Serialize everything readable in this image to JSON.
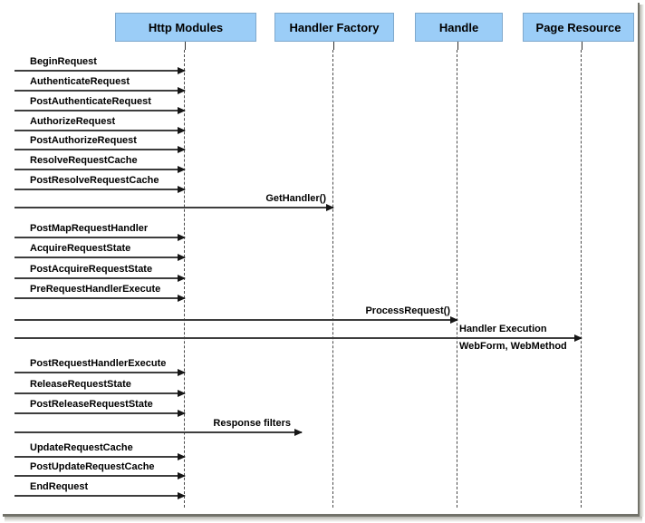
{
  "colors": {
    "actor_fill": "#9bcdf7",
    "actor_border": "#7fa8cc",
    "line": "#3d3d3d"
  },
  "actors": [
    {
      "label": "Http Modules"
    },
    {
      "label": "Handler Factory"
    },
    {
      "label": "Handle"
    },
    {
      "label": "Page Resource"
    }
  ],
  "messages": [
    {
      "label": "BeginRequest"
    },
    {
      "label": "AuthenticateRequest"
    },
    {
      "label": "PostAuthenticateRequest"
    },
    {
      "label": "AuthorizeRequest"
    },
    {
      "label": "PostAuthorizeRequest"
    },
    {
      "label": "ResolveRequestCache"
    },
    {
      "label": "PostResolveRequestCache"
    },
    {
      "label": "GetHandler()"
    },
    {
      "label": "PostMapRequestHandler"
    },
    {
      "label": "AcquireRequestState"
    },
    {
      "label": "PostAcquireRequestState"
    },
    {
      "label": "PreRequestHandlerExecute"
    },
    {
      "label": "ProcessRequest()"
    },
    {
      "label": "Handler Execution",
      "sublabel": "WebForm, WebMethod"
    },
    {
      "label": "PostRequestHandlerExecute"
    },
    {
      "label": "ReleaseRequestState"
    },
    {
      "label": "PostReleaseRequestState"
    },
    {
      "label": "Response filters"
    },
    {
      "label": "UpdateRequestCache"
    },
    {
      "label": "PostUpdateRequestCache"
    },
    {
      "label": "EndRequest"
    }
  ]
}
